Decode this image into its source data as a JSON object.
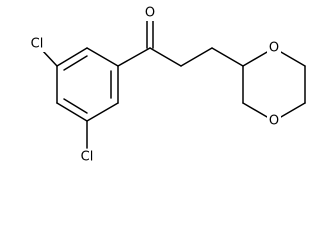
{
  "molecule": {
    "atoms": {
      "carbonyl_oxygen": "O",
      "ring_oxygen_top": "O",
      "ring_oxygen_bottom": "O",
      "chlorine_top": "Cl",
      "chlorine_bottom": "Cl"
    }
  }
}
